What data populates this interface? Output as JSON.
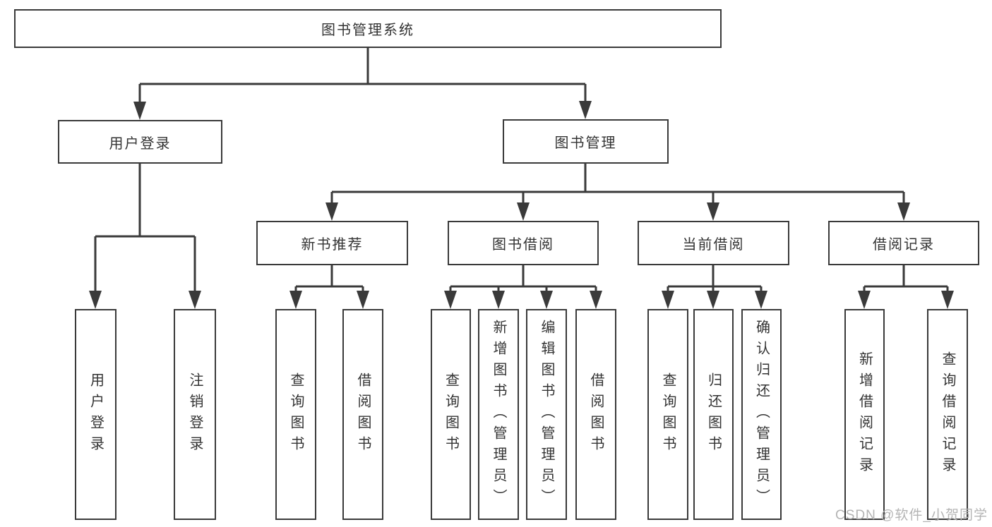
{
  "diagram": {
    "type": "hierarchy",
    "title": "图书管理系统",
    "tree": {
      "label": "图书管理系统",
      "children": [
        {
          "label": "用户登录",
          "children": [
            {
              "label": "用户登录"
            },
            {
              "label": "注销登录"
            }
          ]
        },
        {
          "label": "图书管理",
          "children": [
            {
              "label": "新书推荐",
              "children": [
                {
                  "label": "查询图书"
                },
                {
                  "label": "借阅图书"
                }
              ]
            },
            {
              "label": "图书借阅",
              "children": [
                {
                  "label": "查询图书"
                },
                {
                  "label": "新增图书（管理员）"
                },
                {
                  "label": "编辑图书（管理员）"
                },
                {
                  "label": "借阅图书"
                }
              ]
            },
            {
              "label": "当前借阅",
              "children": [
                {
                  "label": "查询图书"
                },
                {
                  "label": "归还图书"
                },
                {
                  "label": "确认归还（管理员）"
                }
              ]
            },
            {
              "label": "借阅记录",
              "children": [
                {
                  "label": "新增借阅记录"
                },
                {
                  "label": "查询借阅记录"
                }
              ]
            }
          ]
        }
      ]
    }
  },
  "watermark": {
    "text": "CSDN @软件_小贺同学",
    "color": "#b4b4b4"
  },
  "colors": {
    "line": "#3a3a3a",
    "text": "#333333",
    "background": "#ffffff"
  }
}
